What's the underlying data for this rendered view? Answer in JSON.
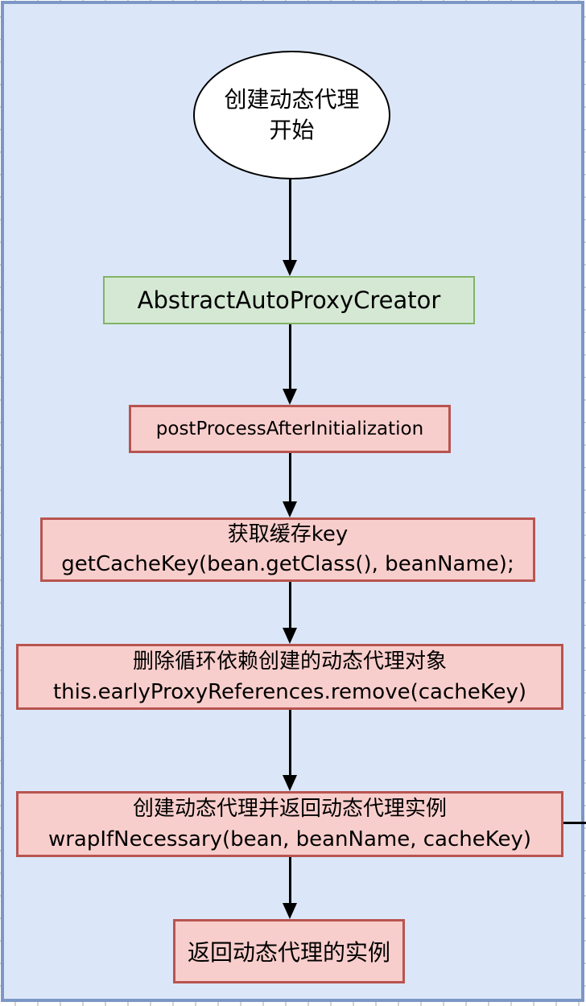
{
  "nodes": {
    "start": {
      "shape": "ellipse",
      "line1": "创建动态代理",
      "line2": "开始"
    },
    "creator": {
      "shape": "rect",
      "label": "AbstractAutoProxyCreator"
    },
    "post_process": {
      "shape": "rect",
      "label": "postProcessAfterInitialization"
    },
    "get_cache_key": {
      "shape": "rect",
      "line1": "获取缓存key",
      "line2": "getCacheKey(bean.getClass(), beanName);"
    },
    "remove_early_proxy": {
      "shape": "rect",
      "line1": "删除循环依赖创建的动态代理对象",
      "line2": "this.earlyProxyReferences.remove(cacheKey)"
    },
    "wrap_if_necessary": {
      "shape": "rect",
      "line1": "创建动态代理并返回动态代理实例",
      "line2": "wrapIfNecessary(bean, beanName, cacheKey)"
    },
    "return_instance": {
      "shape": "rect",
      "label": "返回动态代理的实例"
    }
  },
  "edges": [
    {
      "from": "start",
      "to": "creator",
      "style": "arrow-down"
    },
    {
      "from": "creator",
      "to": "post_process",
      "style": "arrow-down"
    },
    {
      "from": "post_process",
      "to": "get_cache_key",
      "style": "arrow-down"
    },
    {
      "from": "get_cache_key",
      "to": "remove_early_proxy",
      "style": "arrow-down"
    },
    {
      "from": "remove_early_proxy",
      "to": "wrap_if_necessary",
      "style": "arrow-down"
    },
    {
      "from": "wrap_if_necessary",
      "to": "return_instance",
      "style": "arrow-down"
    },
    {
      "from": "wrap_if_necessary",
      "to": "right-page-edge",
      "style": "plain-line-right"
    }
  ],
  "colors": {
    "page_fill": "#dbe7f8",
    "page_border": "#7c97c6",
    "start_fill": "#ffffff",
    "start_border": "#000000",
    "green_fill": "#d5e8d4",
    "green_border": "#82b366",
    "red_fill": "#f8cecc",
    "red_border": "#b85450",
    "connector": "#000000",
    "tick_marks": "#d4d4d4"
  }
}
